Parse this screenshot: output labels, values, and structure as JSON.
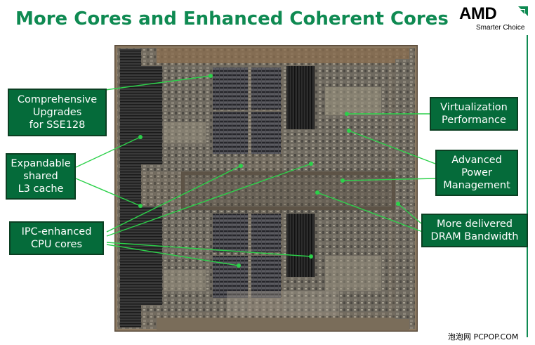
{
  "header": {
    "title": "More Cores and Enhanced Coherent Cores"
  },
  "logo": {
    "brand": "AMD",
    "tagline": "Smarter Choice",
    "arrow_color": "#0f8a52"
  },
  "callouts": {
    "sse128": "Comprehensive\nUpgrades\nfor SSE128",
    "l3": "Expandable\nshared\nL3 cache",
    "ipc": "IPC-enhanced\nCPU cores",
    "virtualization": "Virtualization\nPerformance",
    "power": "Advanced\nPower\nManagement",
    "dram": "More delivered\nDRAM Bandwidth"
  },
  "colors": {
    "title": "#0f8a52",
    "callout_bg": "#056b3a",
    "pointer": "#2cd14a"
  },
  "footer": {
    "watermark": "泡泡网 PCPOP.COM"
  }
}
